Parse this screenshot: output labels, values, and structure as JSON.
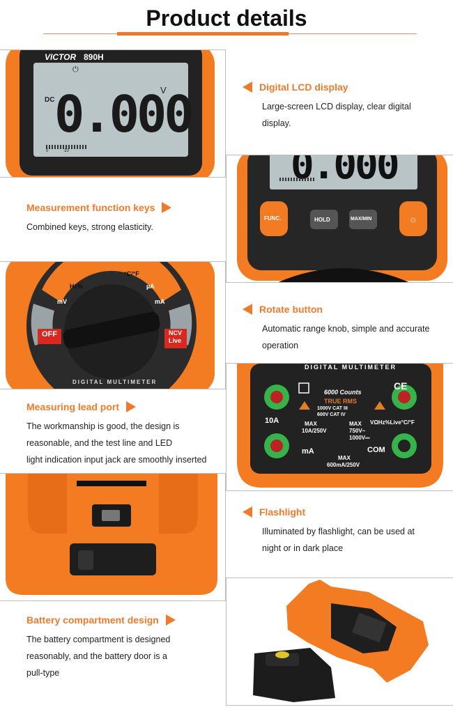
{
  "page": {
    "title": "Product details"
  },
  "brand": {
    "logo": "VICTOR",
    "model": "890H"
  },
  "lcd": {
    "reading": "0.000",
    "unit": "V",
    "mode": "DC",
    "scale_start": "0",
    "scale_mid": "10"
  },
  "buttons": {
    "func": "FUNC.",
    "hold": "HOLD",
    "maxmin": "MAX/MIN"
  },
  "dial": {
    "off": "OFF",
    "ncv": "NCV",
    "live": "Live",
    "hz_pct": "Hz%",
    "temp": "°C/°F",
    "ua": "µA",
    "ma": "mA",
    "mv": "mV",
    "brand_arc": "DIGITAL MULTIMETER"
  },
  "ports": {
    "arc": "DIGITAL MULTIMETER",
    "counts": "6000 Counts",
    "true_rms": "TRUE RMS",
    "cat1": "1000V CAT III",
    "cat2": "600V CAT IV",
    "a10": "10A",
    "ma": "mA",
    "com": "COM",
    "max1": "MAX",
    "max1v": "10A/250V",
    "max2": "MAX",
    "max2v": "750V~",
    "max2v2": "1000V⎓",
    "max3": "MAX",
    "max3v": "600mA/250V",
    "vhz": "VΩHz%Live°C/°F"
  },
  "sections": [
    {
      "title": "Digital LCD display",
      "desc": [
        "Large-screen LCD display, clear digital",
        "display."
      ]
    },
    {
      "title": "Measurement function keys",
      "desc": [
        "Combined keys, strong elasticity."
      ]
    },
    {
      "title": "Rotate button",
      "desc": [
        "Automatic range knob, simple and accurate",
        "operation"
      ]
    },
    {
      "title": "Measuring lead port",
      "desc": [
        "The workmanship is good, the design is",
        "reasonable, and the test line and LED",
        "light indication input jack are smoothly inserted"
      ]
    },
    {
      "title": "Flashlight",
      "desc": [
        "Illuminated by flashlight, can be used at",
        "night or in dark place"
      ]
    },
    {
      "title": "Battery compartment design",
      "desc": [
        "The battery compartment is designed",
        "reasonably, and the battery door is a",
        "pull-type"
      ]
    }
  ],
  "colors": {
    "accent": "#f07a2a",
    "body_orange": "#f37b22",
    "body_dark": "#2a2a2a",
    "lcd_bg": "#b8c4c6"
  }
}
